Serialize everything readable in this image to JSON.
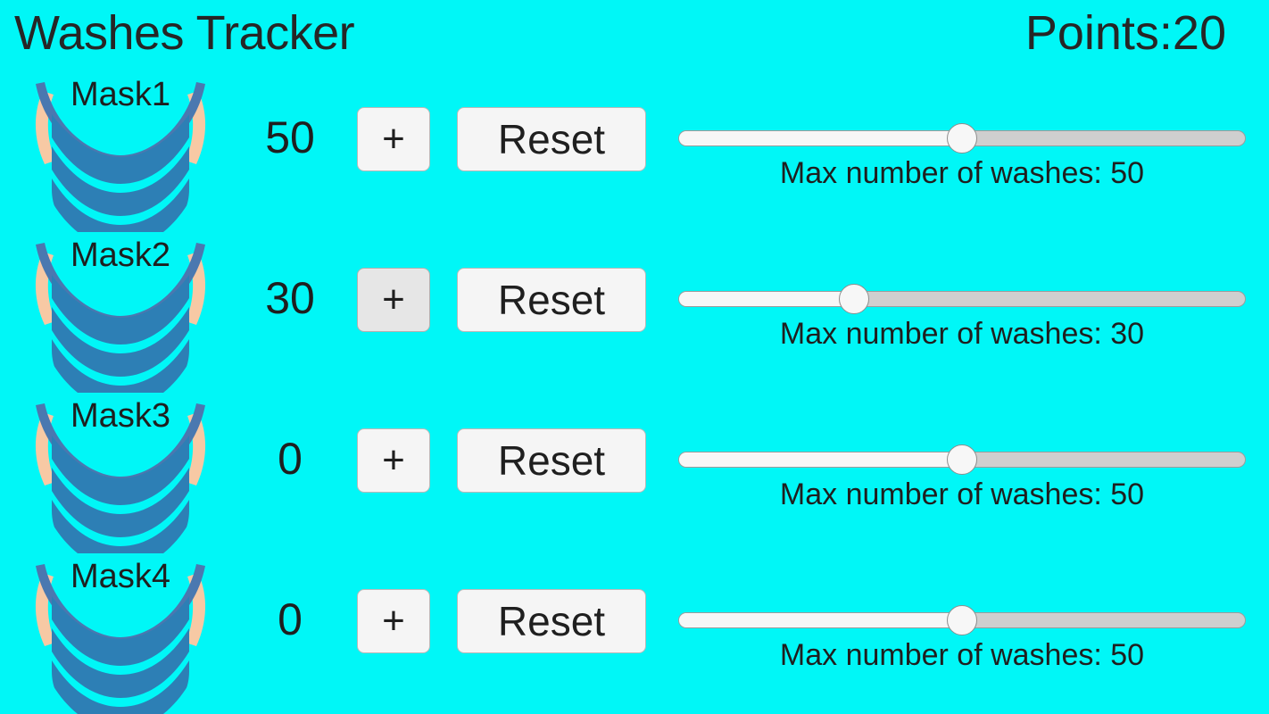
{
  "header": {
    "title": "Washes Tracker",
    "points_label": "Points:20"
  },
  "theme": {
    "background": "#00f7f7",
    "text": "#1f1f1f",
    "button_bg": "#f5f5f5",
    "button_bg_pressed": "#e6e6e6",
    "button_border": "#b9b9b9",
    "track_bg": "#cfcfcf",
    "track_fill": "#f7f7f7",
    "thumb": "#f7f7f7",
    "mask_body": "#2d7fb5",
    "mask_arc": "#4a78b0",
    "mask_pleat_line": "#00f7f7",
    "mask_ear": "#f7c9a4"
  },
  "controls": {
    "plus_label": "+",
    "reset_label": "Reset",
    "slider_min": 0,
    "slider_max": 100
  },
  "rows": [
    {
      "mask_label": "Mask1",
      "count": "50",
      "plus_label": "+",
      "reset_label": "Reset",
      "plus_pressed": false,
      "slider_value": 50,
      "slider_percent": 50,
      "slider_label": "Max number of washes: 50"
    },
    {
      "mask_label": "Mask2",
      "count": "30",
      "plus_label": "+",
      "reset_label": "Reset",
      "plus_pressed": true,
      "slider_value": 30,
      "slider_percent": 31,
      "slider_label": "Max number of washes: 30"
    },
    {
      "mask_label": "Mask3",
      "count": "0",
      "plus_label": "+",
      "reset_label": "Reset",
      "plus_pressed": false,
      "slider_value": 50,
      "slider_percent": 50,
      "slider_label": "Max number of washes: 50"
    },
    {
      "mask_label": "Mask4",
      "count": "0",
      "plus_label": "+",
      "reset_label": "Reset",
      "plus_pressed": false,
      "slider_value": 50,
      "slider_percent": 50,
      "slider_label": "Max number of washes: 50"
    }
  ]
}
